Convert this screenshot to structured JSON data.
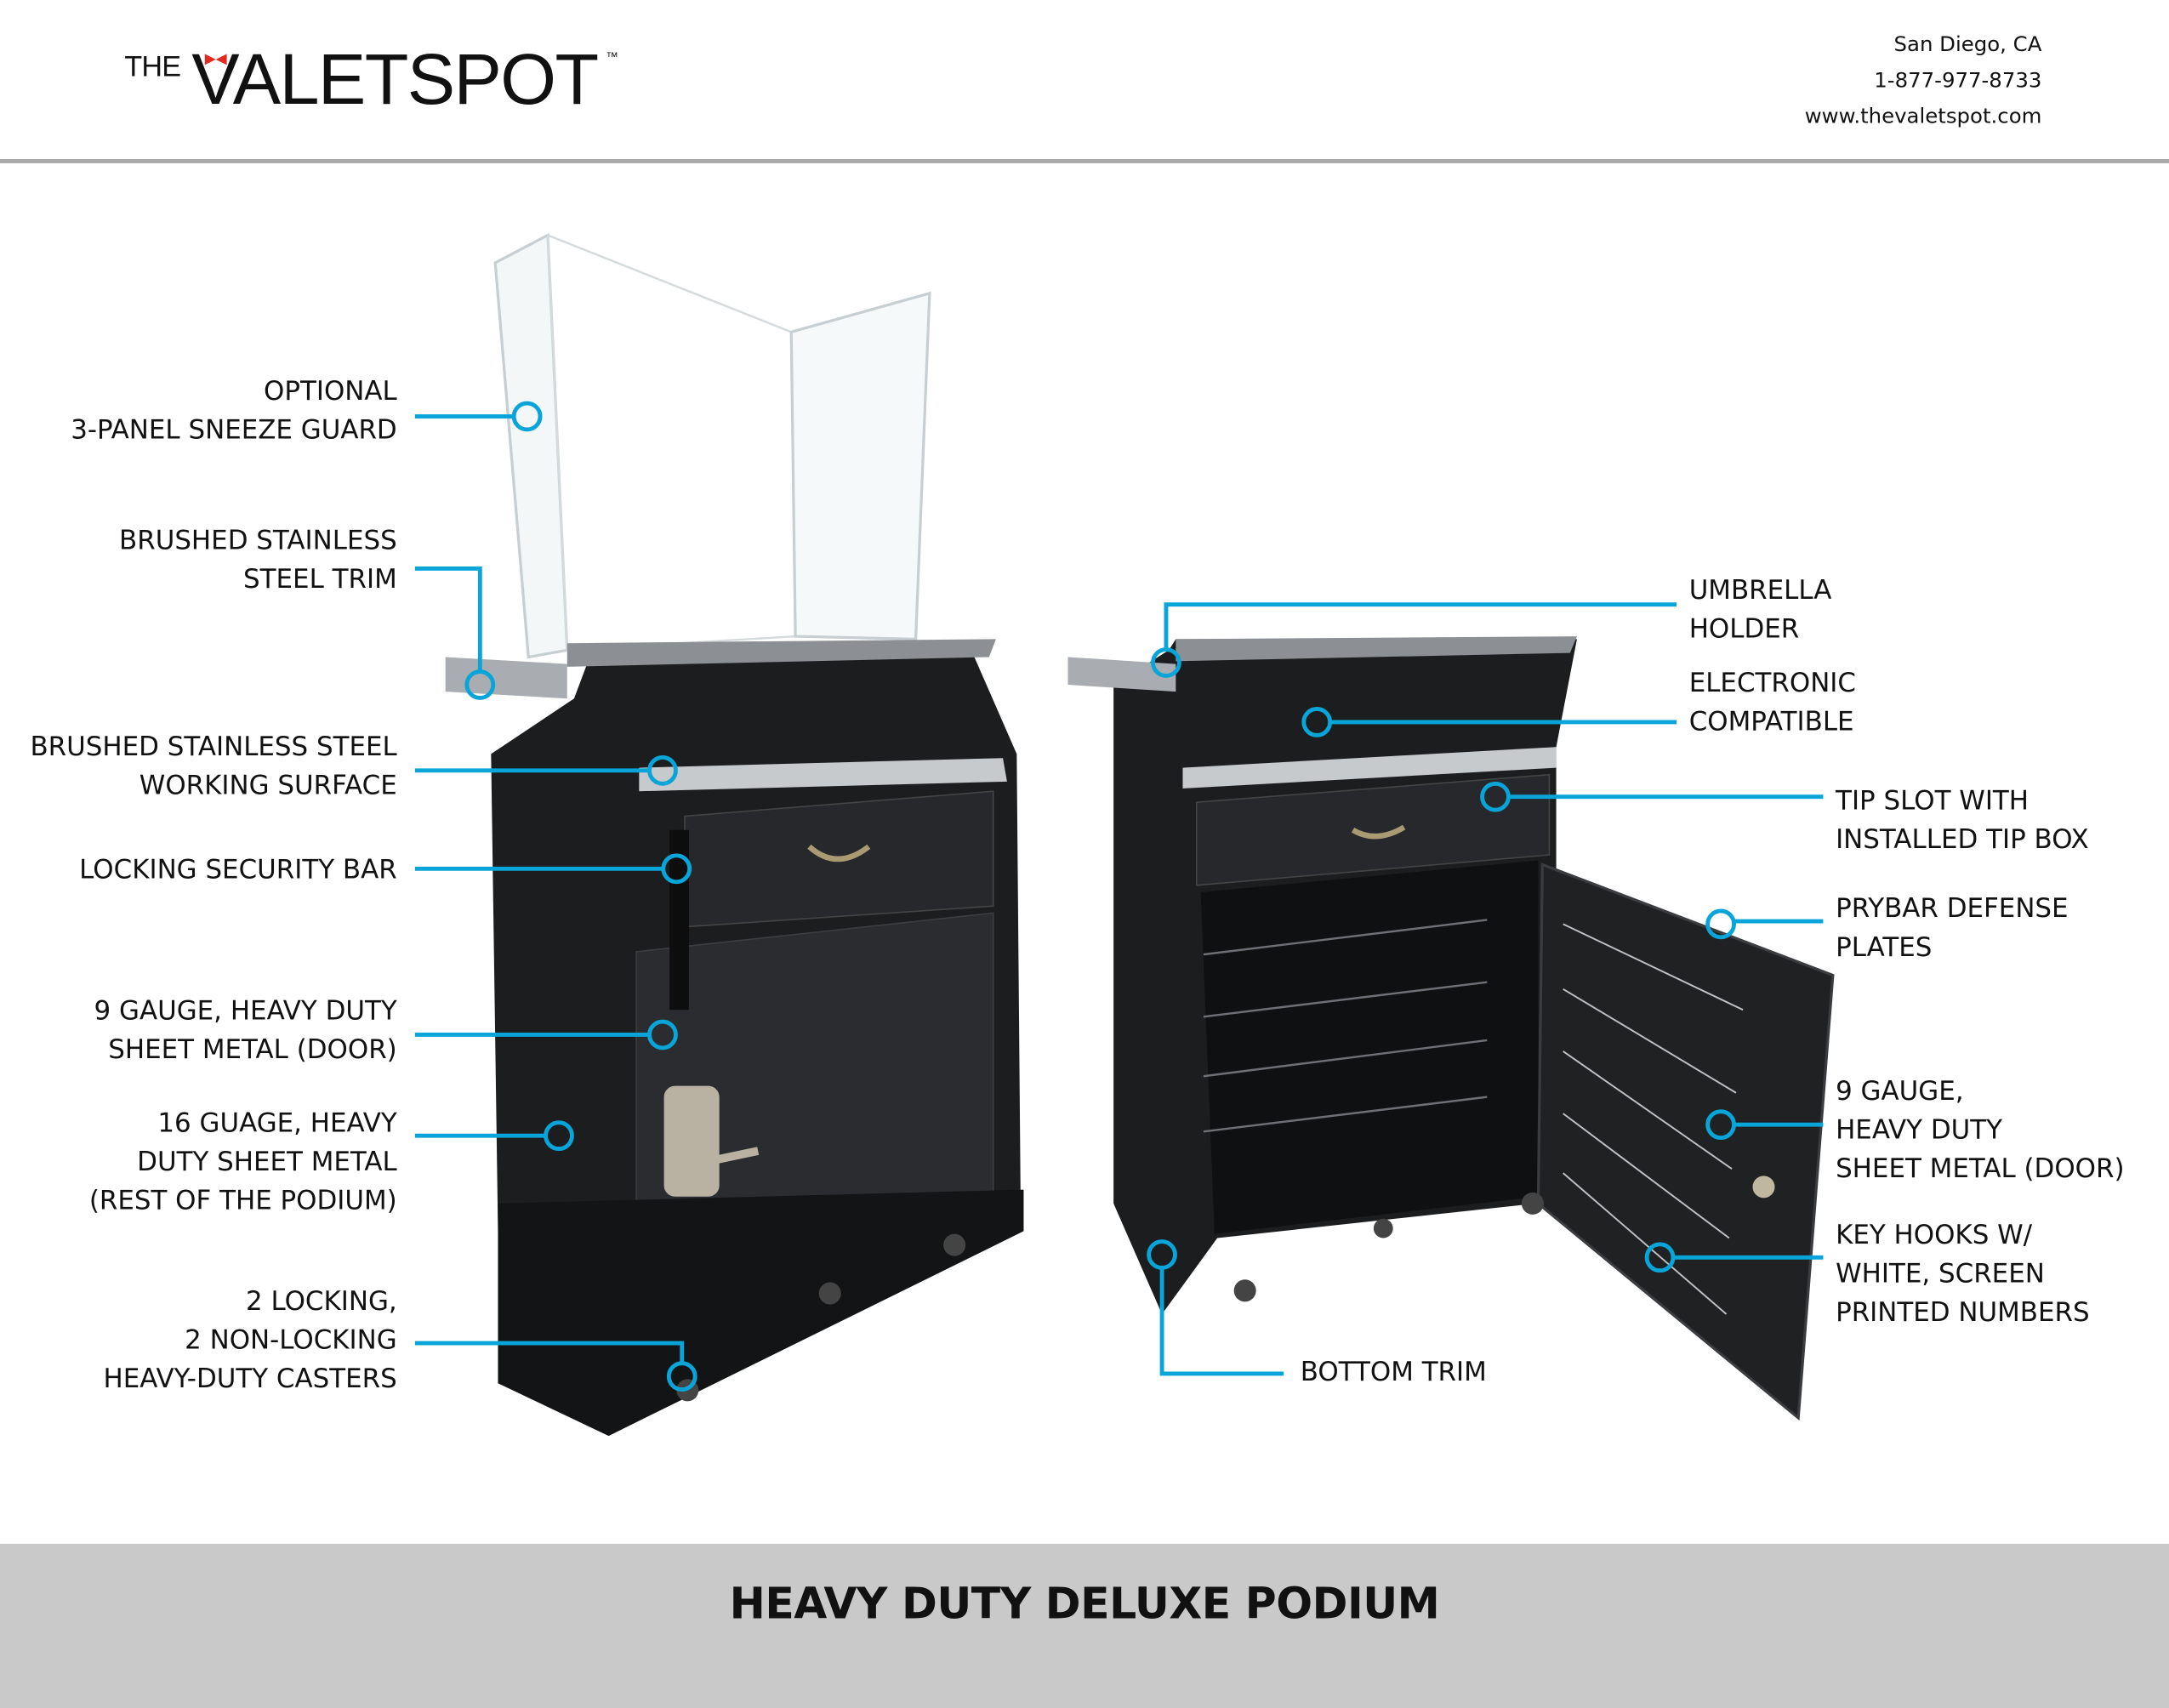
{
  "header": {
    "logo": {
      "prefix": "THE",
      "name": "VALETSPOT",
      "trademark": "™"
    },
    "contact": {
      "city": "San Diego, CA",
      "phone": "1-877-977-8733",
      "website": "www.thevaletspot.com"
    }
  },
  "callouts_left": [
    {
      "lines": [
        "OPTIONAL",
        "3-PANEL SNEEZE GUARD"
      ]
    },
    {
      "lines": [
        "BRUSHED STAINLESS",
        "STEEL TRIM"
      ]
    },
    {
      "lines": [
        "BRUSHED STAINLESS STEEL",
        "WORKING SURFACE"
      ]
    },
    {
      "lines": [
        "LOCKING SECURITY BAR"
      ]
    },
    {
      "lines": [
        "9 GAUGE, HEAVY DUTY",
        "SHEET METAL (DOOR)"
      ]
    },
    {
      "lines": [
        "16  GUAGE, HEAVY",
        "DUTY SHEET METAL",
        "(REST OF THE PODIUM)"
      ]
    },
    {
      "lines": [
        "2 LOCKING,",
        "2 NON-LOCKING",
        "HEAVY-DUTY CASTERS"
      ]
    }
  ],
  "callouts_right": [
    {
      "lines": [
        "UMBRELLA",
        "HOLDER"
      ]
    },
    {
      "lines": [
        "ELECTRONIC",
        "COMPATIBLE"
      ]
    },
    {
      "lines": [
        "TIP SLOT WITH",
        "INSTALLED TIP BOX"
      ]
    },
    {
      "lines": [
        "PRYBAR DEFENSE",
        "PLATES"
      ]
    },
    {
      "lines": [
        "9 GAUGE,",
        "HEAVY DUTY",
        "SHEET METAL (DOOR)"
      ]
    },
    {
      "lines": [
        "KEY HOOKS W/",
        "WHITE, SCREEN",
        "PRINTED NUMBERS"
      ]
    },
    {
      "lines": [
        "BOTTOM TRIM"
      ]
    }
  ],
  "footer": {
    "title": "HEAVY DUTY DELUXE PODIUM"
  },
  "colors": {
    "callout": "#0aa5d8",
    "footer_bg": "#c9c9c9",
    "rule": "#a9a9a9"
  }
}
